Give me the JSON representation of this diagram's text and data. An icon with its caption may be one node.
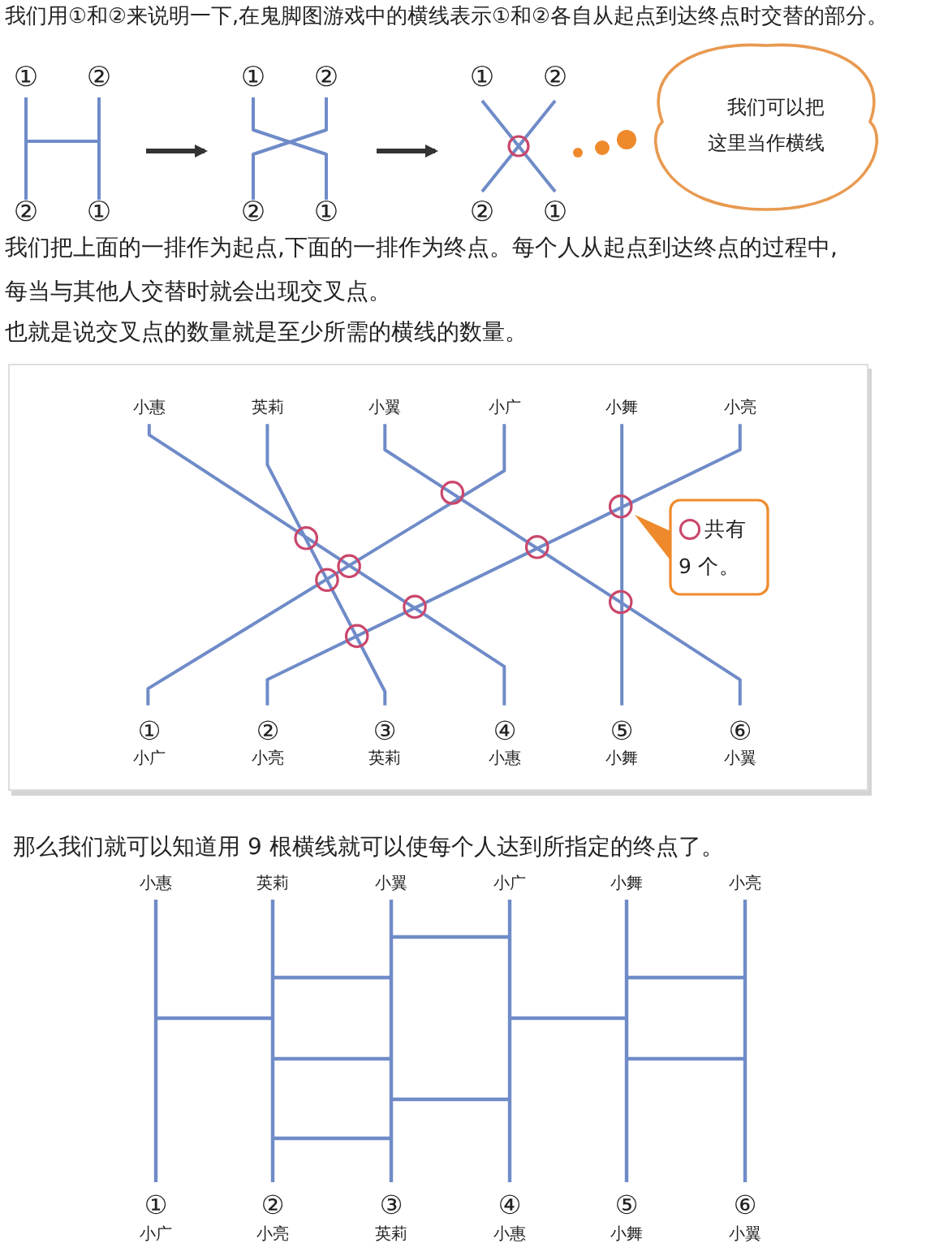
{
  "diagram": {
    "nodes": [
      {
        "text": [
          "我们可以把这里当作横线"
        ]
      },
      {
        "text": [
          "共有9 个。"
        ]
      }
    ],
    "labels": [
      "我们用①和②来说明一下,在鬼脚图游戏中的横线表示①和②各自从起点到达终点时交替的部分。",
      "①",
      "②",
      "①",
      "②",
      "①",
      "②",
      "②",
      "①",
      "②",
      "①",
      "②",
      "①",
      "我们把上面的一排作为起点,下面的一排作为终点。每个人从起点到达终点的过程中,每当与其他人交替时就会出现交叉点。",
      "也就是说交叉点的数量就是至少所需的横线的数量。",
      "小惠",
      "英莉",
      "小翼",
      "小广",
      "小舞",
      "小亮",
      "①",
      "②",
      "③",
      "④",
      "⑤",
      "⑥",
      "小广",
      "小亮",
      "英莉",
      "小惠",
      "小舞",
      "小翼",
      "那么我们就可以知道用 9 根横线就可以使每个人达到所指定的终点了。",
      "小惠",
      "英莉",
      "小翼",
      "小广",
      "小舞",
      "小亮",
      "①",
      "②",
      "③",
      "④",
      "⑤",
      "⑥",
      "小广",
      "小亮",
      "英莉",
      "小惠",
      "小舞",
      "小翼"
    ]
  }
}
